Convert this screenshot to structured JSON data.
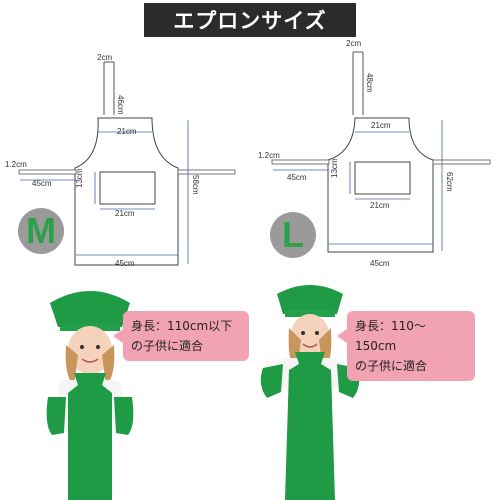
{
  "title": "エプロンサイズ",
  "sizes": {
    "m": {
      "badge": "M",
      "labels": {
        "strap_width": "2cm",
        "strap_length": "46cm",
        "top_width": "21cm",
        "tie_width": "1.2cm",
        "tie_length": "45cm",
        "pocket_height": "13cm",
        "pocket_width": "21cm",
        "length": "58cm",
        "bottom_width": "45cm"
      },
      "caption_line1": "身長：110cm以下",
      "caption_line2": "の子供に適合"
    },
    "l": {
      "badge": "L",
      "labels": {
        "strap_width": "2cm",
        "strap_length": "48cm",
        "top_width": "21cm",
        "tie_width": "1.2cm",
        "tie_length": "45cm",
        "pocket_height": "13cm",
        "pocket_width": "21cm",
        "length": "62cm",
        "bottom_width": "45cm"
      },
      "caption_line1": "身長：110～150cm",
      "caption_line2": "の子供に適合"
    }
  },
  "colors": {
    "apron_green": "#1f9a45",
    "badge_gray": "#9a9a9a",
    "badge_text": "#2fa04a",
    "callout_pink": "#f2a3b3",
    "dimension_blue": "#3f66b0"
  }
}
